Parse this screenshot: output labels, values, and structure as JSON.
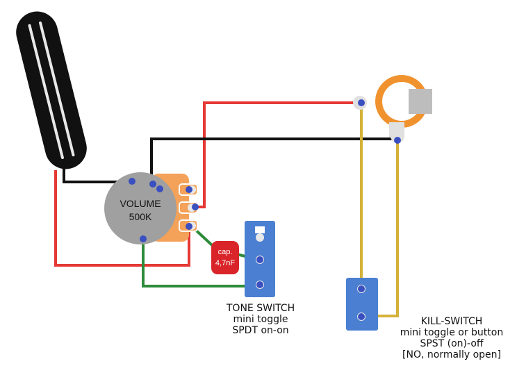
{
  "pot": {
    "line1": "VOLUME",
    "line2": "500K"
  },
  "capacitor": {
    "line1": "cap.",
    "line2": "4,7nF"
  },
  "tone_switch": {
    "title": "TONE SWITCH",
    "line2": "mini toggle",
    "line3": "SPDT on-on"
  },
  "kill_switch": {
    "title": "KILL-SWITCH",
    "line2": "mini toggle or button",
    "line3": "SPST (on)-off",
    "line4": "[NO, normally open]"
  },
  "colors": {
    "wire_red": "#e53935",
    "wire_black": "#111111",
    "wire_green": "#2e8b3a",
    "wire_yellow": "#d4b23a",
    "pot_body": "#a0a0a0",
    "pot_lugs": "#f4a259",
    "switch_body": "#4a7fd1",
    "solder_point": "#3a4fc0",
    "jack_ring": "#f0922e",
    "capacitor": "#d9252a"
  }
}
